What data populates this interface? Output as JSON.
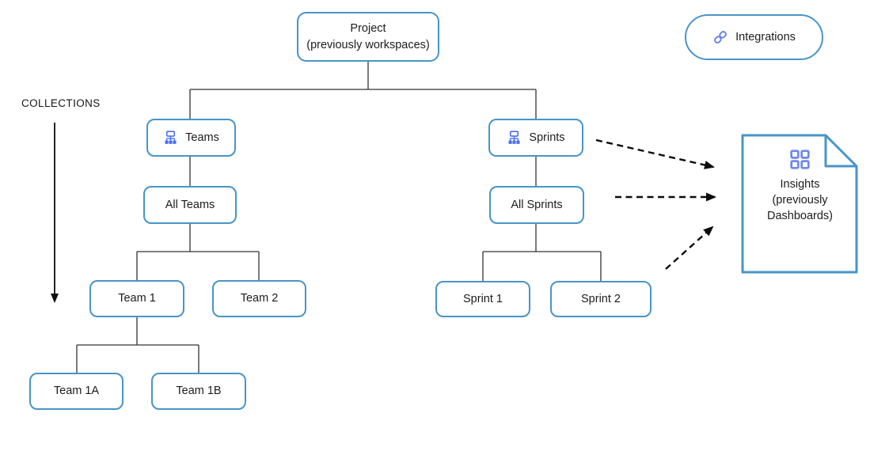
{
  "diagram": {
    "collections_label": "COLLECTIONS",
    "nodes": {
      "project": {
        "title": "Project",
        "subtitle": "(previously workspaces)"
      },
      "teams": {
        "label": "Teams",
        "icon": "org-chart-icon"
      },
      "sprints": {
        "label": "Sprints",
        "icon": "org-chart-icon"
      },
      "all_teams": {
        "label": "All Teams"
      },
      "all_sprints": {
        "label": "All Sprints"
      },
      "team1": {
        "label": "Team 1"
      },
      "team2": {
        "label": "Team 2"
      },
      "team1a": {
        "label": "Team 1A"
      },
      "team1b": {
        "label": "Team 1B"
      },
      "sprint1": {
        "label": "Sprint 1"
      },
      "sprint2": {
        "label": "Sprint 2"
      },
      "integrations": {
        "label": "Integrations",
        "icon": "link-icon"
      },
      "insights": {
        "title": "Insights",
        "subtitle_line1": "(previously",
        "subtitle_line2": "Dashboards)",
        "icon": "grid-icon"
      }
    },
    "colors": {
      "box_border": "#4795c8",
      "org_chart_icon": "#4a6ef5",
      "grid_icon": "#6e87ef",
      "link_icon": "#5b7af0",
      "text": "#1c1c1c",
      "connector_line": "#333333",
      "dashed_arrow": "#0d0d0d"
    }
  }
}
